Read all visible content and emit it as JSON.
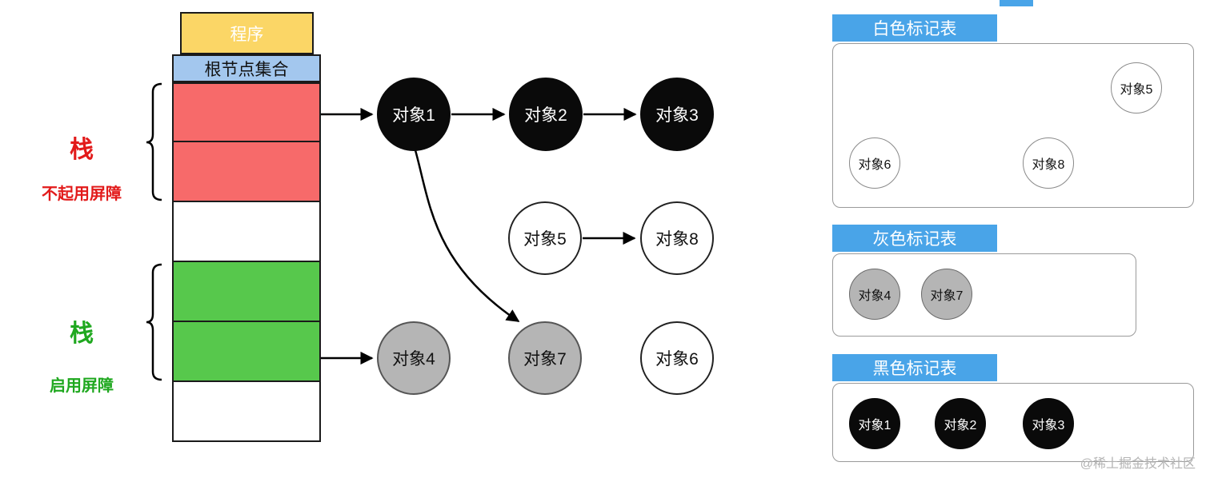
{
  "stack": {
    "program_label": "程序",
    "root_label": "根节点集合",
    "cells": [
      {
        "color": "red"
      },
      {
        "color": "red"
      },
      {
        "color": "white"
      },
      {
        "color": "green"
      },
      {
        "color": "green"
      },
      {
        "color": "white"
      }
    ],
    "red_section": {
      "title": "栈",
      "note": "不起用屏障"
    },
    "green_section": {
      "title": "栈",
      "note": "启用屏障"
    }
  },
  "graph": {
    "nodes": [
      {
        "id": "obj1",
        "label": "对象1",
        "color": "black"
      },
      {
        "id": "obj2",
        "label": "对象2",
        "color": "black"
      },
      {
        "id": "obj3",
        "label": "对象3",
        "color": "black"
      },
      {
        "id": "obj5",
        "label": "对象5",
        "color": "white"
      },
      {
        "id": "obj8",
        "label": "对象8",
        "color": "white"
      },
      {
        "id": "obj4",
        "label": "对象4",
        "color": "gray"
      },
      {
        "id": "obj7",
        "label": "对象7",
        "color": "gray"
      },
      {
        "id": "obj6",
        "label": "对象6",
        "color": "white"
      }
    ],
    "edges": [
      {
        "from": "stack-red",
        "to": "obj1"
      },
      {
        "from": "obj1",
        "to": "obj2"
      },
      {
        "from": "obj2",
        "to": "obj3"
      },
      {
        "from": "obj5",
        "to": "obj8"
      },
      {
        "from": "stack-green",
        "to": "obj4"
      },
      {
        "from": "obj1",
        "to": "obj7",
        "curved": true
      }
    ]
  },
  "mark_tables": [
    {
      "title": "白色标记表",
      "item_color": "white",
      "items": [
        "对象5",
        "对象6",
        "对象8"
      ]
    },
    {
      "title": "灰色标记表",
      "item_color": "gray",
      "items": [
        "对象4",
        "对象7"
      ]
    },
    {
      "title": "黑色标记表",
      "item_color": "black",
      "items": [
        "对象1",
        "对象2",
        "对象3"
      ]
    }
  ],
  "watermark": "@稀土掘金技术社区",
  "colors": {
    "program_yellow": "#FBD666",
    "root_blue": "#A3C7EE",
    "cell_red": "#F76A6A",
    "cell_green": "#57C84C",
    "node_black": "#0a0a0a",
    "node_gray": "#b5b5b5",
    "table_header_blue": "#49A4E8",
    "label_red": "#E21A1A",
    "label_green": "#1FA81F"
  }
}
